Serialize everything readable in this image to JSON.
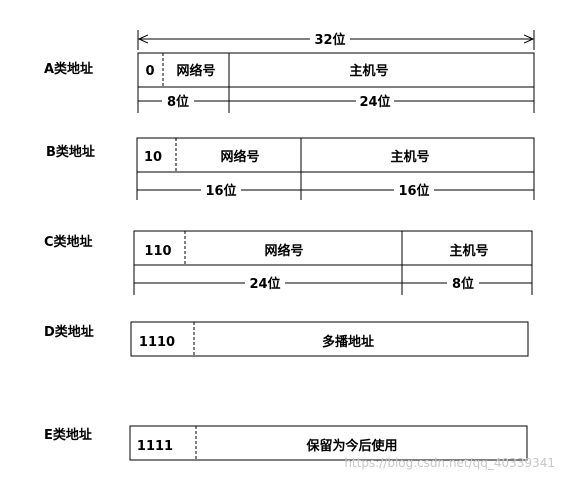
{
  "classes": {
    "a": {
      "name": "A类地址",
      "prefix": "0",
      "network": "网络号",
      "host": "主机号",
      "total_bits": "32位",
      "network_bits": "8位",
      "host_bits": "24位"
    },
    "b": {
      "name": "B类地址",
      "prefix": "10",
      "network": "网络号",
      "host": "主机号",
      "network_bits": "16位",
      "host_bits": "16位"
    },
    "c": {
      "name": "C类地址",
      "prefix": "110",
      "network": "网络号",
      "host": "主机号",
      "network_bits": "24位",
      "host_bits": "8位"
    },
    "d": {
      "name": "D类地址",
      "prefix": "1110",
      "field": "多播地址"
    },
    "e": {
      "name": "E类地址",
      "prefix": "1111",
      "field": "保留为今后使用"
    }
  },
  "watermark": "https://blog.csdn.net/qq_40339341"
}
